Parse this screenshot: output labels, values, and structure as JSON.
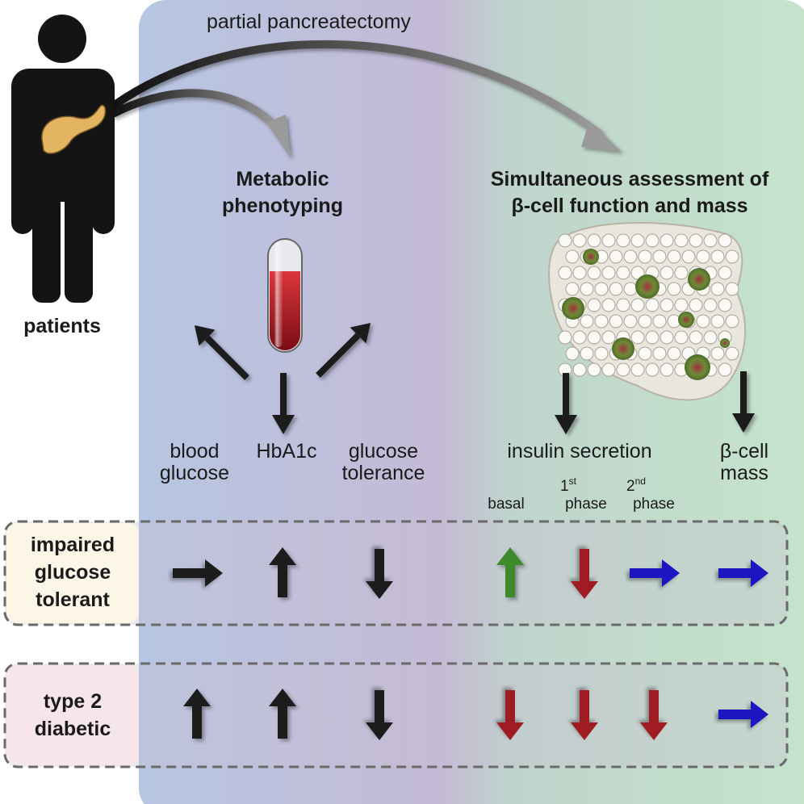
{
  "labels": {
    "surgery": "partial pancreatectomy",
    "patients": "patients",
    "metabolic_line1": "Metabolic",
    "metabolic_line2": "phenotyping",
    "assessment_line1": "Simultaneous assessment of",
    "assessment_line2": "β-cell function and mass"
  },
  "measures": [
    {
      "line1": "blood",
      "line2": "glucose"
    },
    {
      "line1": "HbA1c"
    },
    {
      "line1": "glucose",
      "line2": "tolerance"
    },
    {
      "line1": "insulin secretion"
    },
    {
      "line1": "β-cell",
      "line2": "mass"
    }
  ],
  "phases": [
    {
      "main": "basal"
    },
    {
      "sup": "st",
      "prefix": "1",
      "main": "phase"
    },
    {
      "sup": "nd",
      "prefix": "2",
      "main": "phase"
    }
  ],
  "rows": [
    {
      "line1": "impaired",
      "line2": "glucose",
      "line3": "tolerant",
      "arrows": [
        "right",
        "up",
        "down",
        "up",
        "down",
        "right",
        "right"
      ],
      "colors": [
        "black",
        "black",
        "black",
        "green",
        "red",
        "blue",
        "blue"
      ]
    },
    {
      "line1": "type 2",
      "line2": "diabetic",
      "arrows": [
        "up",
        "up",
        "down",
        "down",
        "down",
        "down",
        "right"
      ],
      "colors": [
        "black",
        "black",
        "black",
        "red",
        "red",
        "red",
        "blue"
      ]
    }
  ],
  "colors": {
    "black": "#1c1c1c",
    "green": "#3d8a2c",
    "red": "#9e1b22",
    "blue": "#1c14c2",
    "bg_blue": "#b7c6e2",
    "bg_purple": "#c4bad6",
    "bg_green": "#c5e4cc",
    "row1_tag": "#fbf6e6",
    "row2_tag": "#f6e5ea"
  }
}
